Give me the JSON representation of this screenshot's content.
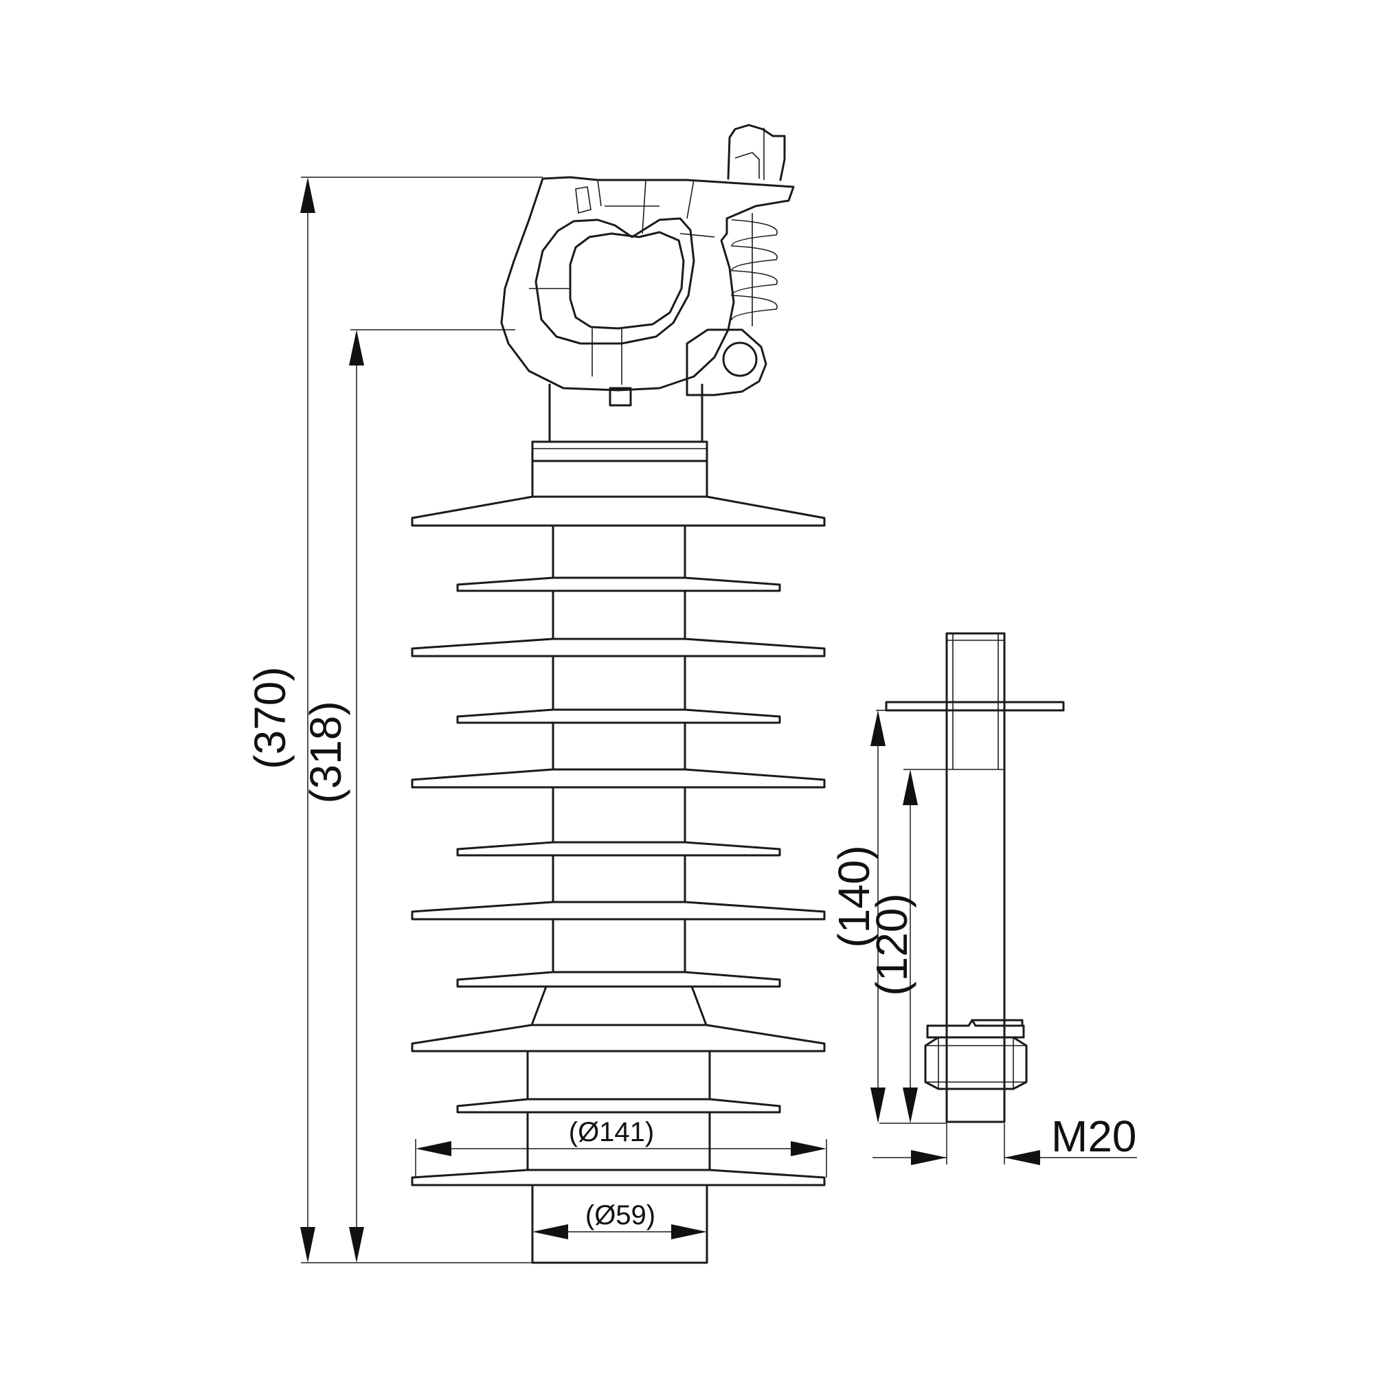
{
  "dimensions": {
    "overall_height": "(370)",
    "creepage_height": "(318)",
    "stud_length": "(140)",
    "stud_thread_length": "(120)",
    "shed_diameter": "(Ø141)",
    "base_diameter": "(Ø59)",
    "thread": "M20"
  }
}
